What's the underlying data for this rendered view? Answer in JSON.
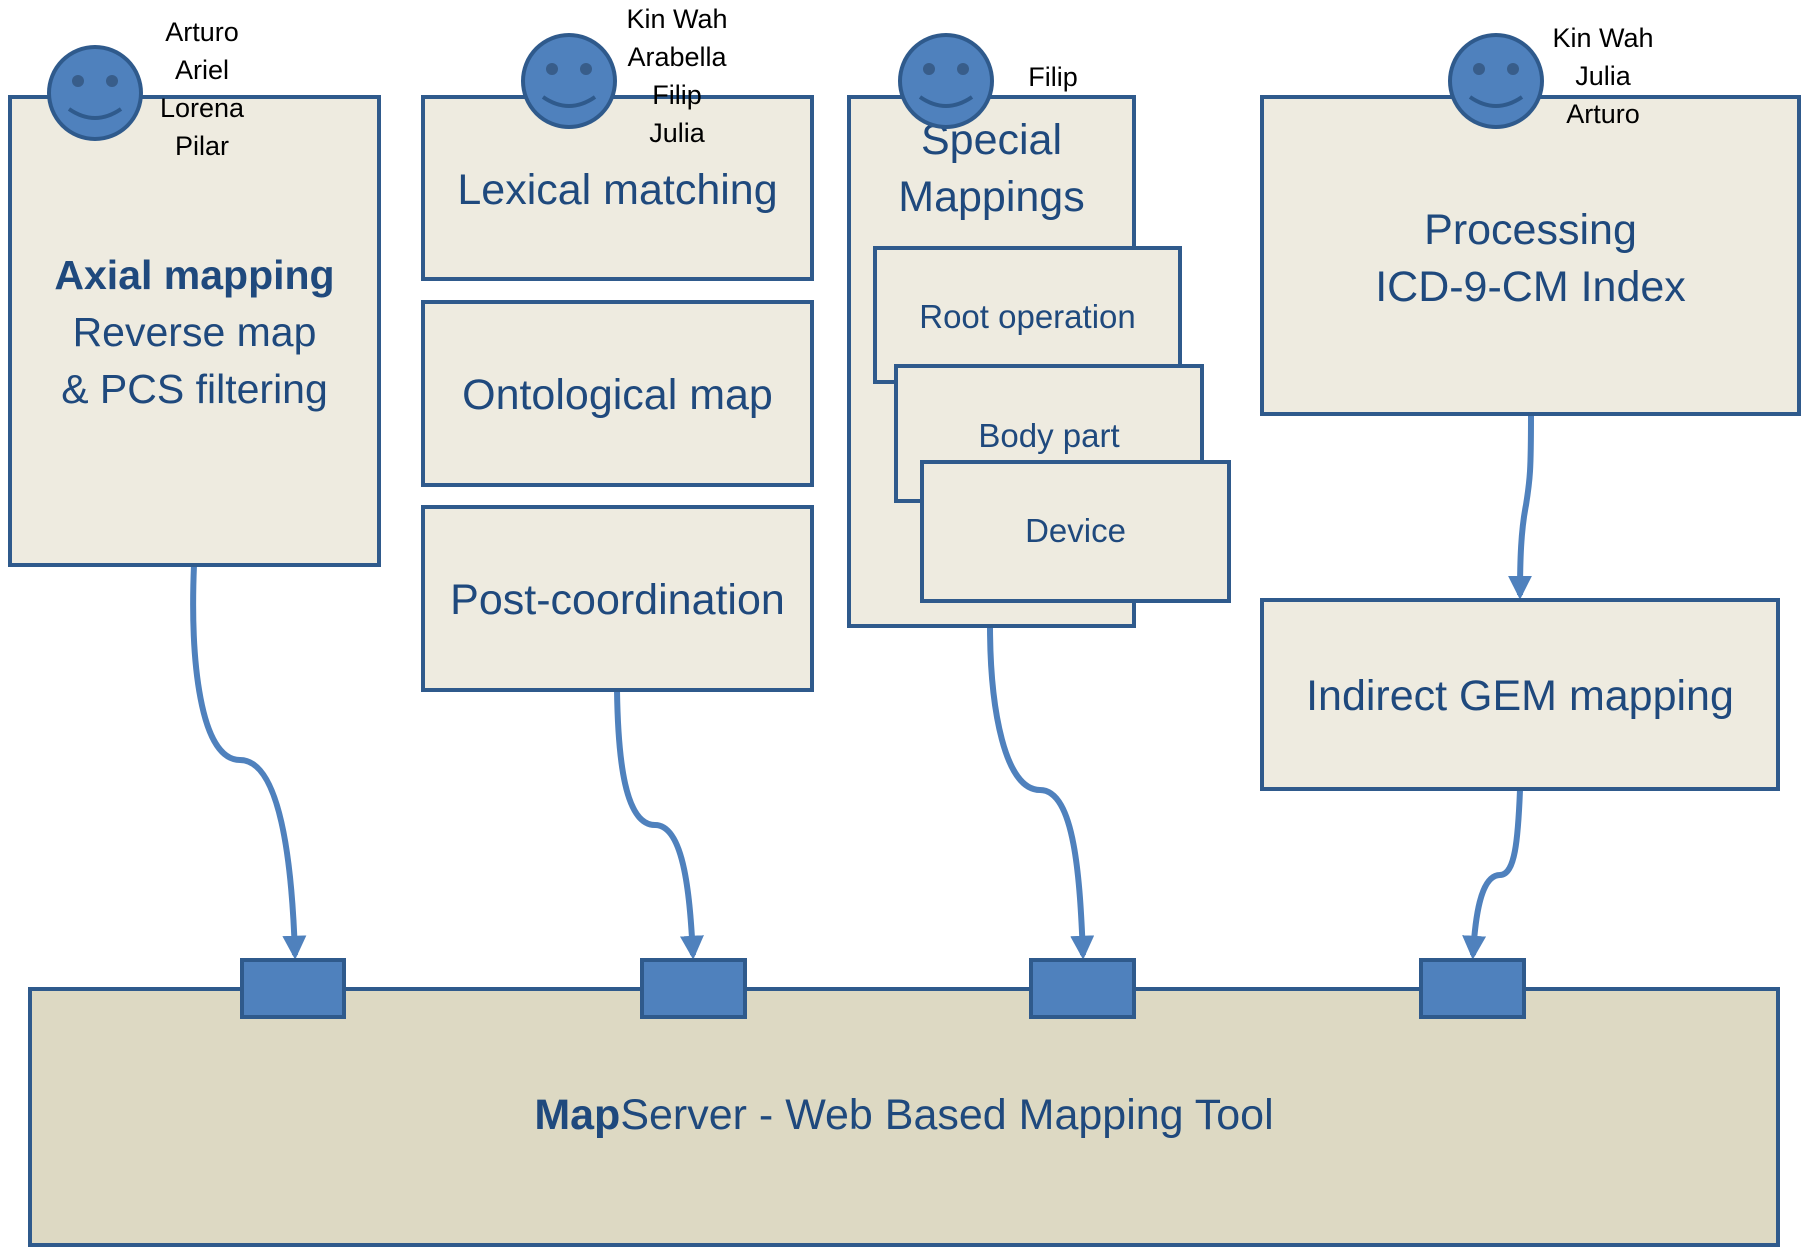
{
  "boxes": {
    "axial": {
      "title": "Axial mapping",
      "line2": "Reverse map",
      "line3": "& PCS filtering"
    },
    "lexical": {
      "label": "Lexical matching"
    },
    "ontological": {
      "label": "Ontological map"
    },
    "postcoord": {
      "label": "Post-coordination"
    },
    "special": {
      "line1": "Special",
      "line2": "Mappings"
    },
    "root": {
      "label": "Root operation"
    },
    "bodypart": {
      "label": "Body part"
    },
    "device": {
      "label": "Device"
    },
    "processing": {
      "line1": "Processing",
      "line2": "ICD-9-CM Index"
    },
    "gem": {
      "label": "Indirect GEM mapping"
    },
    "server": {
      "bold": "Map",
      "rest": "Server - Web Based Mapping Tool"
    }
  },
  "teams": {
    "axial": [
      "Arturo",
      "Ariel",
      "Lorena",
      "Pilar"
    ],
    "lexical": [
      "Kin Wah",
      "Arabella",
      "Filip",
      "Julia"
    ],
    "special": [
      "Filip"
    ],
    "processing": [
      "Kin Wah",
      "Julia",
      "Arturo"
    ]
  },
  "colors": {
    "box_fill": "#eeebe0",
    "server_fill": "#ddd9c3",
    "border": "#2f5a8c",
    "accent": "#4f81bd",
    "text": "#1f497d"
  },
  "icons": {
    "person": "smiley-face-icon"
  }
}
